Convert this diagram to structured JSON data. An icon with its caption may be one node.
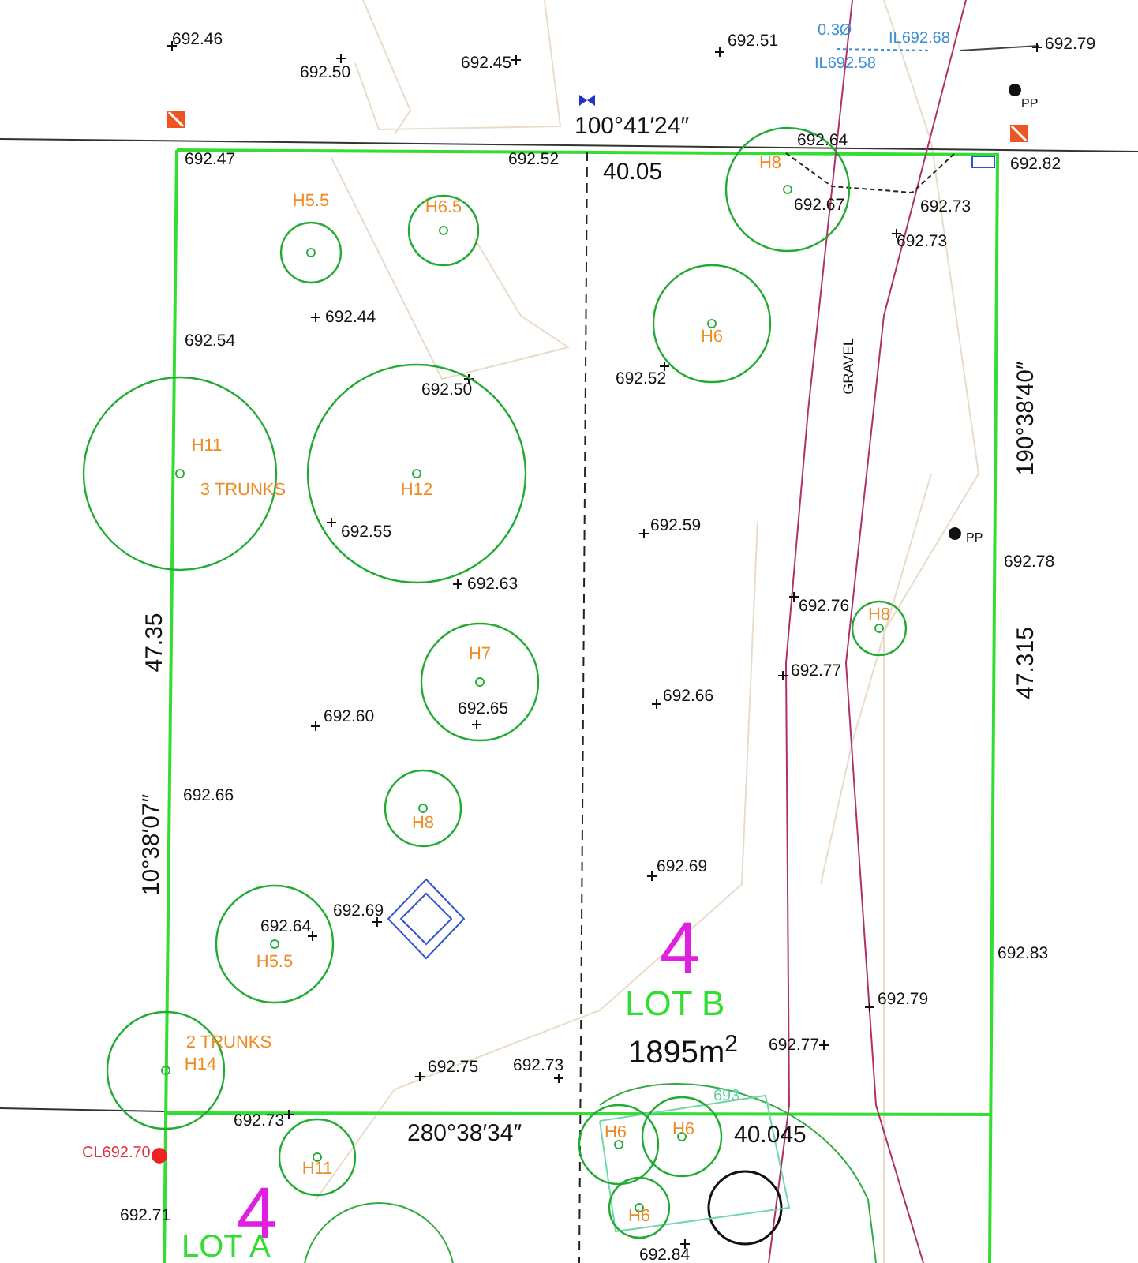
{
  "diagram": {
    "nodes": [
      {
        "text": [
          "H5.5"
        ]
      },
      {
        "text": [
          "H6.5"
        ]
      },
      {
        "text": [
          "H8"
        ]
      },
      {
        "text": [
          "H6"
        ]
      },
      {
        "text": [
          "H11",
          "3 TRUNKS"
        ]
      },
      {
        "text": [
          "H12"
        ]
      },
      {
        "text": [
          "H7"
        ]
      },
      {
        "text": [
          "H8"
        ]
      },
      {
        "text": [
          "H8"
        ]
      },
      {
        "text": [
          "H5.5"
        ]
      },
      {
        "text": [
          "2 TRUNKS",
          "H14"
        ]
      },
      {
        "text": [
          "H11"
        ]
      },
      {
        "text": [
          "H6"
        ]
      },
      {
        "text": [
          "H6"
        ]
      },
      {
        "text": [
          "H6"
        ]
      }
    ],
    "labels": [
      "692.46",
      "692.50",
      "692.45",
      "692.51",
      "0.3Ø",
      "IL692.68",
      "IL692.58",
      "692.79",
      "PP",
      "100°41′24″",
      "692.47",
      "692.52",
      "40.05",
      "692.64",
      "692.82",
      "692.67",
      "692.73",
      "692.73",
      "692.44",
      "692.54",
      "GRAVEL",
      "692.52",
      "692.50",
      "190°38′40″",
      "692.55",
      "692.59",
      "PP",
      "692.78",
      "692.63",
      "692.76",
      "47.35",
      "47.315",
      "692.77",
      "692.65",
      "692.60",
      "692.66",
      "692.66",
      "10°38′07″",
      "692.69",
      "692.69",
      "692.64",
      "4",
      "692.83",
      "LOT B",
      "692.79",
      "1895m$^{2}$",
      "692.77",
      "692.75",
      "692.73",
      "692.73",
      "280°38′34″",
      "693",
      "40.045",
      "CL692.70",
      "692.71",
      "4",
      "692.84",
      "LOT A"
    ]
  }
}
